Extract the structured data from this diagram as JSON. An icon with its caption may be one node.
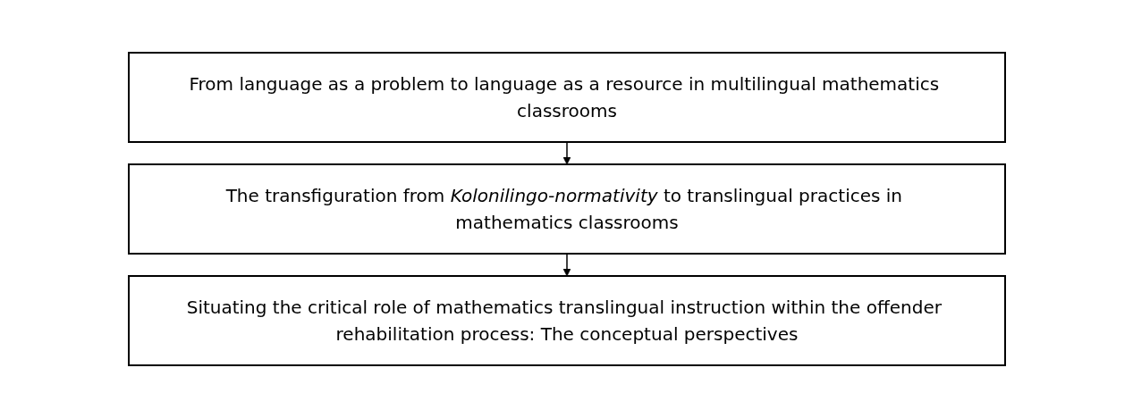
{
  "diagram": {
    "nodes": [
      {
        "text": [
          "From language as a problem to language as a resource in multilingual mathematics classrooms"
        ]
      },
      {
        "text": [
          "The transfiguration from *Kolonilingo-normativity* to translingual practices in mathematics classrooms"
        ]
      },
      {
        "text": [
          "Situating the critical role of mathematics translingual instruction within the offender rehabilitation process: The conceptual perspectives"
        ]
      }
    ],
    "edges": [
      {
        "from": 0,
        "to": 1,
        "arrow": "to"
      },
      {
        "from": 1,
        "to": 2,
        "arrow": "to"
      }
    ]
  }
}
